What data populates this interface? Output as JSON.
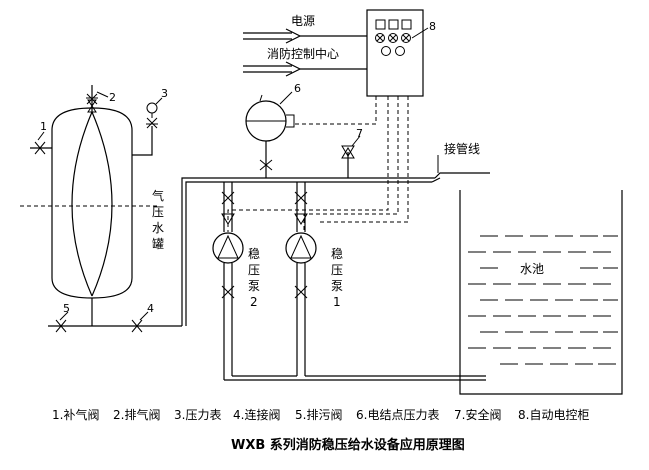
{
  "labels": {
    "power": "电源",
    "fire_center": "消防控制中心",
    "pipe_connect": "接管线",
    "pool": "水池",
    "tank_v": [
      "气",
      "压",
      "水",
      "罐"
    ],
    "pump2_v": [
      "稳",
      "压",
      "泵",
      "2"
    ],
    "pump1_v": [
      "稳",
      "压",
      "泵",
      "1"
    ]
  },
  "callouts": [
    "1",
    "2",
    "3",
    "4",
    "5",
    "6",
    "7",
    "8"
  ],
  "legend": [
    "1.补气阀",
    "2.排气阀",
    "3.压力表",
    "4.连接阀",
    "5.排污阀",
    "6.电结点压力表",
    "7.安全阀",
    "8.自动电控柜"
  ],
  "title": "WXB 系列消防稳压给水设备应用原理图"
}
